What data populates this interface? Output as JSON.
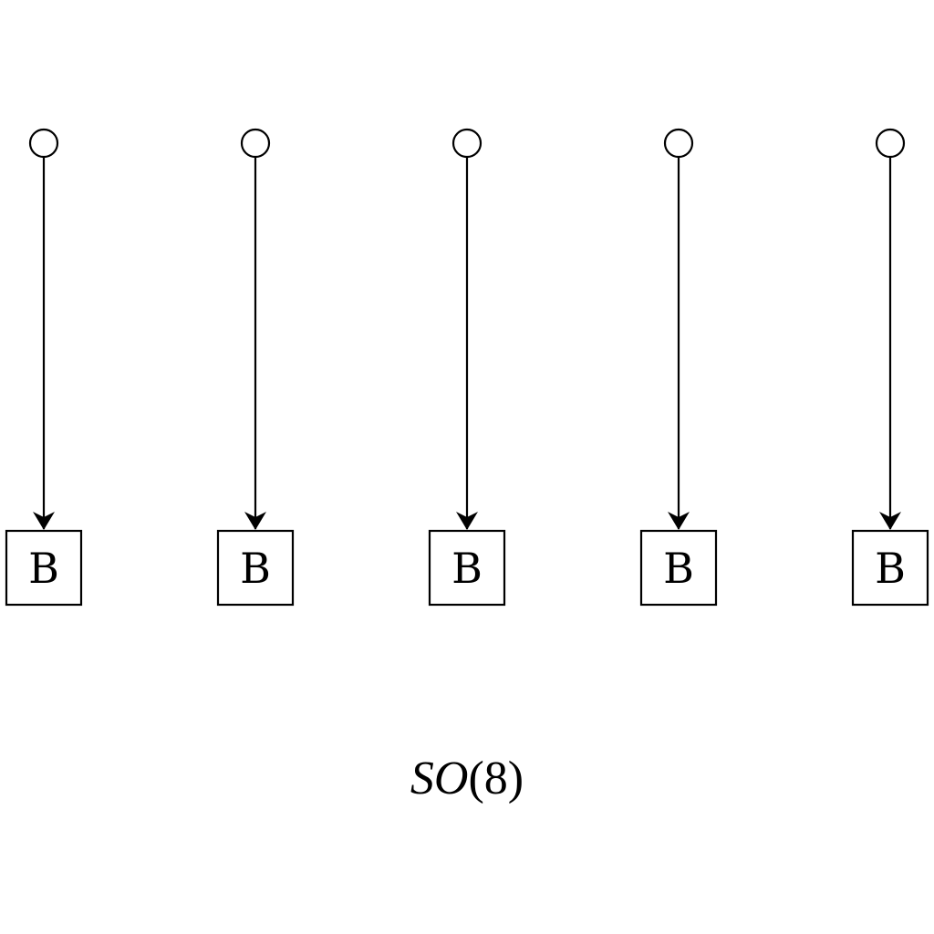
{
  "diagram": {
    "columns": [
      {
        "node": "circle",
        "box_label": "B"
      },
      {
        "node": "circle",
        "box_label": "B"
      },
      {
        "node": "circle",
        "box_label": "B"
      },
      {
        "node": "circle",
        "box_label": "B"
      },
      {
        "node": "circle",
        "box_label": "B"
      }
    ],
    "caption": {
      "italic": "SO",
      "rest": "(8)"
    },
    "stroke_color": "#000000",
    "background": "#ffffff"
  }
}
